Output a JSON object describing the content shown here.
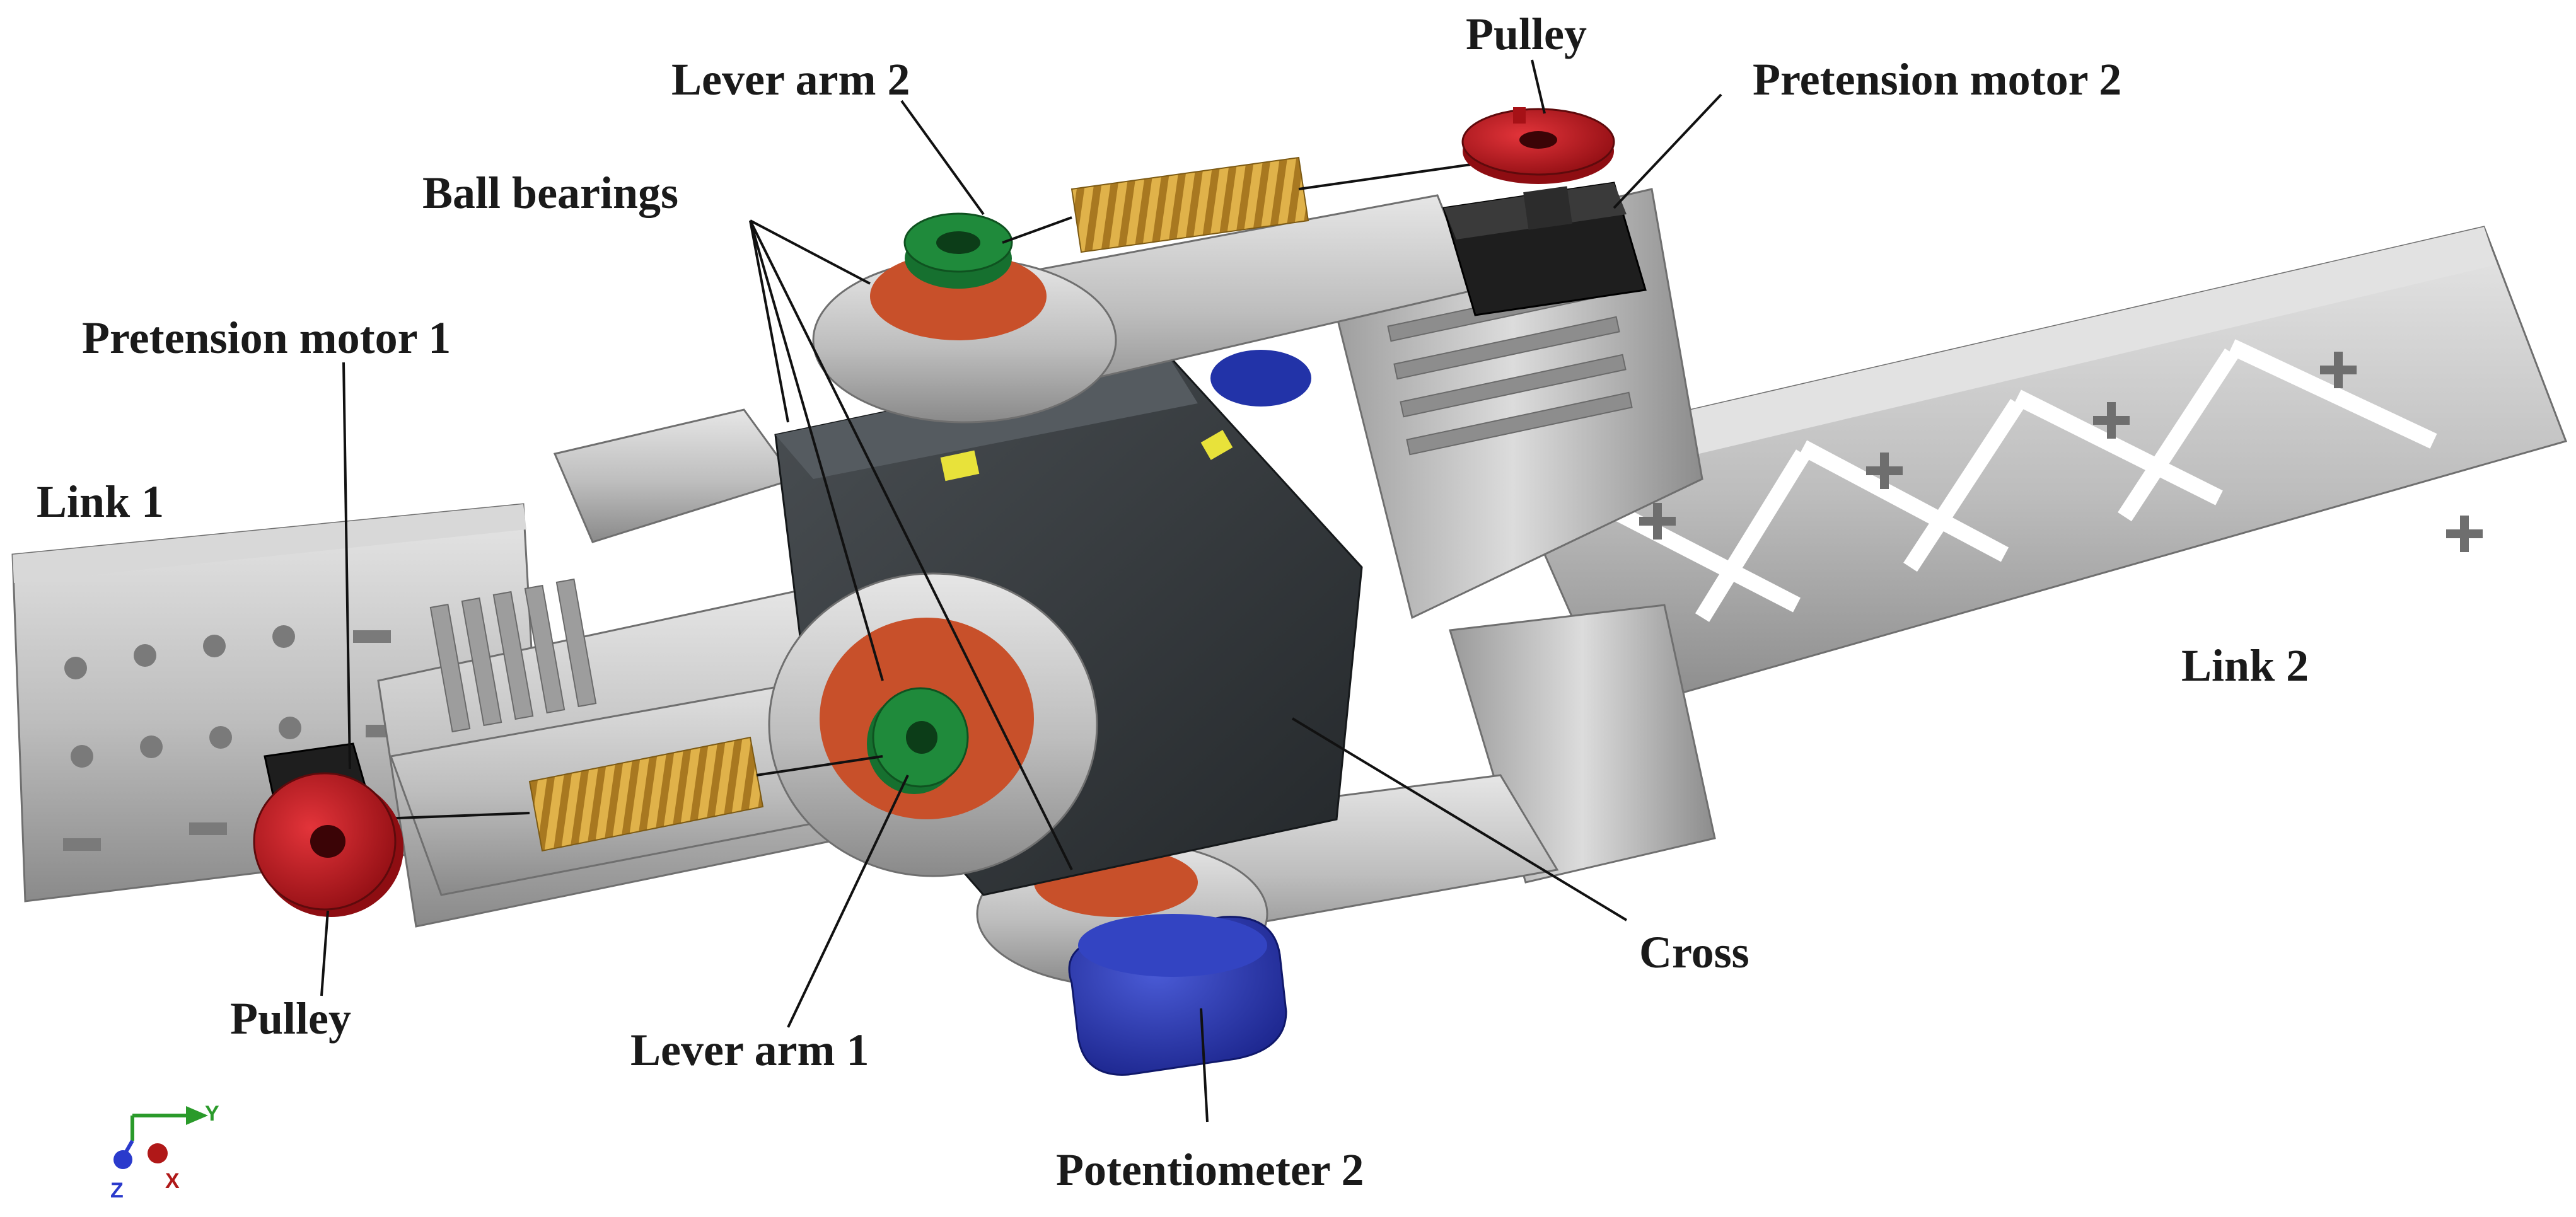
{
  "labels": {
    "pulley_top": "Pulley",
    "pretension_motor_2": "Pretension motor 2",
    "lever_arm_2": "Lever arm 2",
    "ball_bearings": "Ball bearings",
    "pretension_motor_1": "Pretension motor 1",
    "link_1": "Link 1",
    "link_2": "Link 2",
    "cross": "Cross",
    "pulley_bottom": "Pulley",
    "lever_arm_1": "Lever arm 1",
    "potentiometer_2": "Potentiometer 2"
  },
  "axis_triad": {
    "y": "Y",
    "z": "Z",
    "x": "X"
  },
  "colors": {
    "aluminum": "#c9c9c9",
    "aluminum_dark": "#8e8e8e",
    "cross_body": "#35393c",
    "pulley_red": "#c0161b",
    "bearing_orange": "#c8502a",
    "lever_green": "#1f8a3b",
    "spring_gold": "#c9962e",
    "potentiometer_blue": "#2233a8",
    "motor_black": "#1e1e1e",
    "marker_yellow": "#e8e23a"
  }
}
